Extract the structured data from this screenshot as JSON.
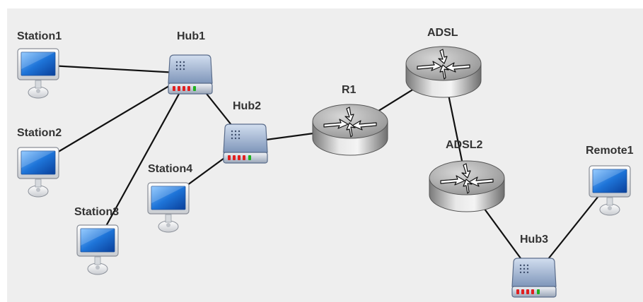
{
  "nodes": {
    "station1": {
      "label": "Station1",
      "type": "workstation"
    },
    "station2": {
      "label": "Station2",
      "type": "workstation"
    },
    "station3": {
      "label": "Station3",
      "type": "workstation"
    },
    "station4": {
      "label": "Station4",
      "type": "workstation"
    },
    "remote1": {
      "label": "Remote1",
      "type": "workstation"
    },
    "hub1": {
      "label": "Hub1",
      "type": "hub"
    },
    "hub2": {
      "label": "Hub2",
      "type": "hub"
    },
    "hub3": {
      "label": "Hub3",
      "type": "hub"
    },
    "r1": {
      "label": "R1",
      "type": "router"
    },
    "adsl": {
      "label": "ADSL",
      "type": "router"
    },
    "adsl2": {
      "label": "ADSL2",
      "type": "router"
    }
  },
  "links": [
    [
      "station1",
      "hub1"
    ],
    [
      "station2",
      "hub1"
    ],
    [
      "station3",
      "hub1"
    ],
    [
      "hub1",
      "hub2"
    ],
    [
      "station4",
      "hub2"
    ],
    [
      "hub2",
      "r1"
    ],
    [
      "r1",
      "adsl"
    ],
    [
      "adsl",
      "adsl2"
    ],
    [
      "adsl2",
      "hub3"
    ],
    [
      "remote1",
      "hub3"
    ]
  ],
  "icons": {
    "workstation": "monitor-icon",
    "hub": "network-hub-icon",
    "router": "router-icon"
  },
  "colors": {
    "canvas_bg": "#eeeeee",
    "link": "#111111",
    "label": "#333333",
    "screen": "#1e74d8",
    "hub_body": "#8ea4c4",
    "router_body": "#a8a8a8",
    "led_red": "#e02020",
    "led_green": "#20b020"
  }
}
